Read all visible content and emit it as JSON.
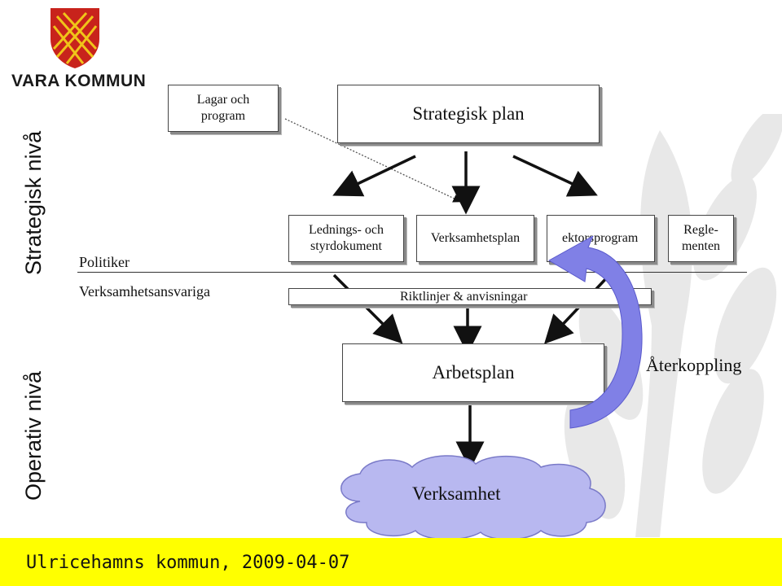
{
  "logo": {
    "text": "VARA KOMMUN",
    "colors": {
      "shield": "#c8231c",
      "cross": "#f0c419"
    }
  },
  "side_labels": {
    "strategic": "Strategisk nivå",
    "operative": "Operativ nivå"
  },
  "roles": {
    "politicians": "Politiker",
    "managers": "Verksamhetsansvariga"
  },
  "boxes": {
    "laws": {
      "line1": "Lagar och",
      "line2": "program"
    },
    "strategic_plan": "Strategisk plan",
    "steering_docs": {
      "line1": "Lednings- och",
      "line2": "styrdokument"
    },
    "business_plan": "Verksamhetsplan",
    "sector_program": "ektorsprogram",
    "regulations": {
      "line1": "Regle-",
      "line2": "menten"
    },
    "guidelines": "Riktlinjer & anvisningar",
    "work_plan": "Arbetsplan",
    "operations": "Verksamhet"
  },
  "feedback": "Återkoppling",
  "footer": "Ulricehamns kommun, 2009-04-07",
  "colors": {
    "footer_bg": "#ffff00",
    "cloud": "#b8b8f0",
    "feedback_arrow": "#8080e6",
    "wheat": "#e6e6e6"
  }
}
